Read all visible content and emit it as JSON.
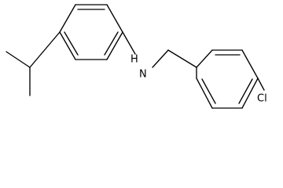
{
  "molecule": {
    "atoms": {
      "nh": "H",
      "n": "N",
      "cl": "Cl"
    }
  }
}
